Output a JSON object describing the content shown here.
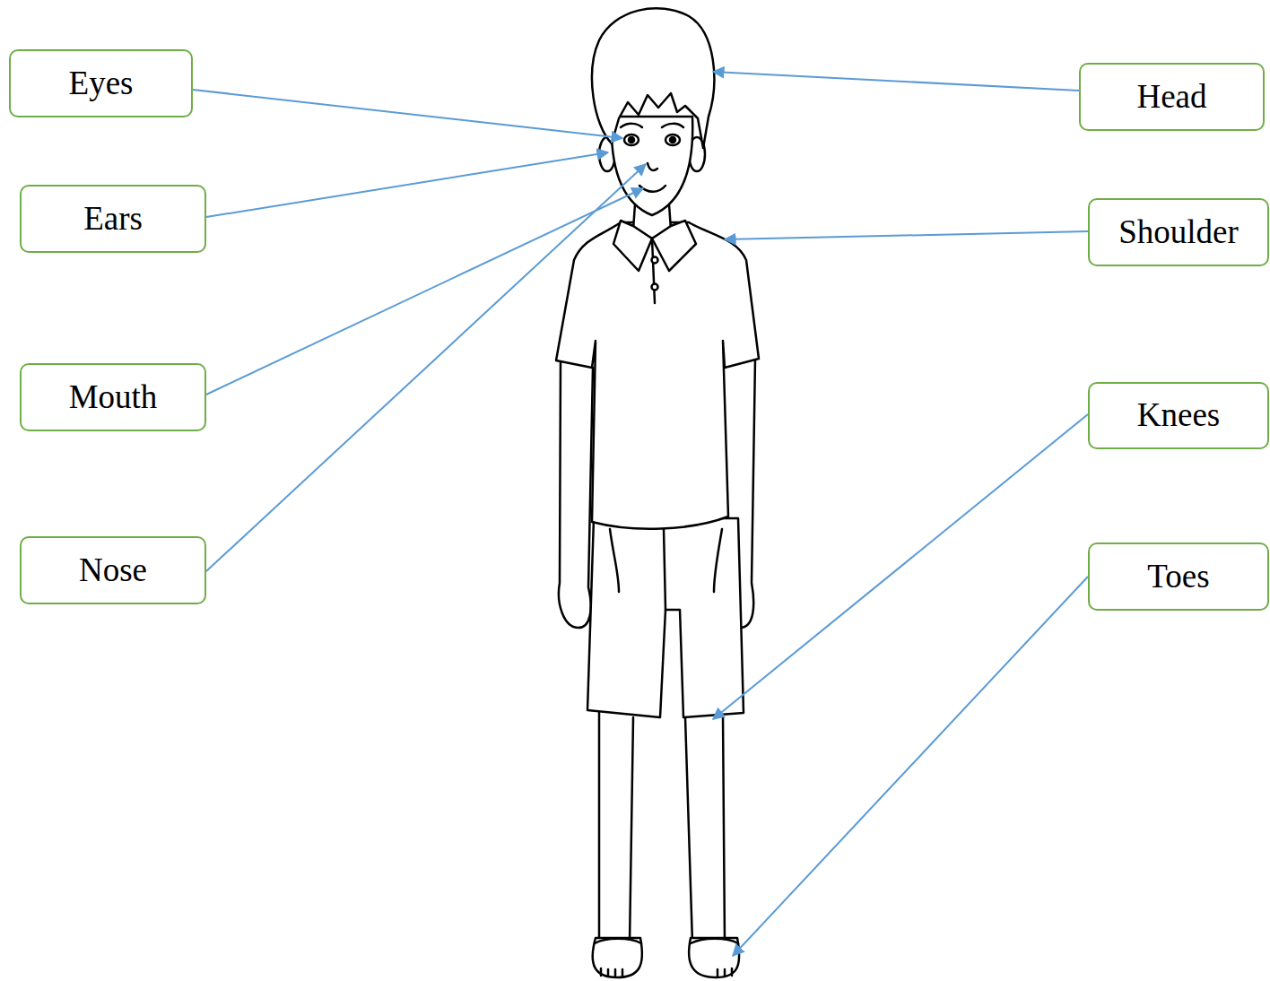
{
  "diagram": {
    "nodes": [
      {
        "text": [
          "Eyes"
        ]
      },
      {
        "text": [
          "Head"
        ]
      },
      {
        "text": [
          "Ears"
        ]
      },
      {
        "text": [
          "Shoulder"
        ]
      },
      {
        "text": [
          "Mouth"
        ]
      },
      {
        "text": [
          "Knees"
        ]
      },
      {
        "text": [
          "Nose"
        ]
      },
      {
        "text": [
          "Toes"
        ]
      }
    ]
  }
}
